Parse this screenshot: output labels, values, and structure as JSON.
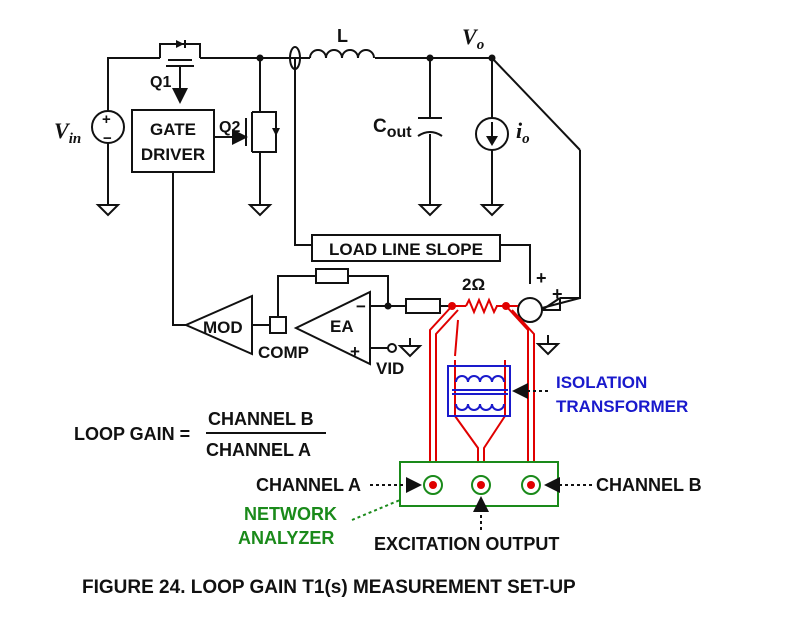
{
  "labels": {
    "inductor": "L",
    "vo_main": "V",
    "vo_sub": "o",
    "vin_main": "V",
    "vin_sub": "in",
    "q1": "Q1",
    "q2": "Q2",
    "gate_driver_line1": "GATE",
    "gate_driver_line2": "DRIVER",
    "cout_main": "C",
    "cout_sub": "out",
    "io_main": "i",
    "io_sub": "o",
    "load_line": "LOAD LINE SLOPE",
    "resistor": "2Ω",
    "plus_top": "+",
    "plus_right": "+",
    "mod": "MOD",
    "comp": "COMP",
    "ea": "EA",
    "ea_minus": "−",
    "ea_plus": "+",
    "vid": "VID",
    "vin_plus": "+",
    "vin_minus": "−"
  },
  "annotations": {
    "isolation_transformer_line1": "ISOLATION",
    "isolation_transformer_line2": "TRANSFORMER",
    "channel_a": "CHANNEL A",
    "channel_b": "CHANNEL B",
    "network_analyzer_line1": "NETWORK",
    "network_analyzer_line2": "ANALYZER",
    "excitation_output": "EXCITATION OUTPUT"
  },
  "equation": {
    "lhs": "LOOP GAIN =",
    "numerator": "CHANNEL B",
    "denominator": "CHANNEL A"
  },
  "caption": "FIGURE 24.  LOOP GAIN T1(s) MEASUREMENT SET-UP",
  "colors": {
    "circuit": "#111111",
    "injection": "#e00000",
    "transformer": "#1a1acc",
    "analyzer": "#1a8a1a"
  }
}
